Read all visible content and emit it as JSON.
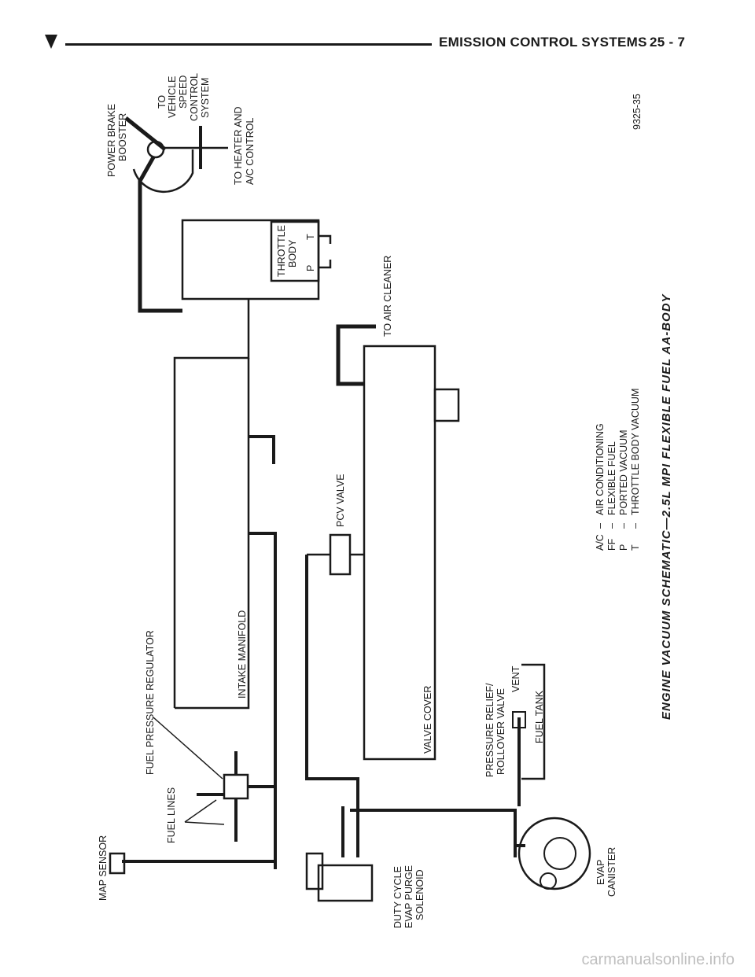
{
  "header": {
    "section_title": "EMISSION CONTROL SYSTEMS",
    "page_number": "25 - 7"
  },
  "diagram": {
    "caption": "ENGINE VACUUM SCHEMATIC—2.5L MPI FLEXIBLE FUEL AA-BODY",
    "figure_id": "9325-35",
    "labels": {
      "map_sensor": "MAP SENSOR",
      "fuel_lines": "FUEL LINES",
      "fuel_pressure_regulator": "FUEL PRESSURE REGULATOR",
      "intake_manifold": "INTAKE MANIFOLD",
      "power_brake_booster_1": "POWER BRAKE",
      "power_brake_booster_2": "BOOSTER",
      "speed_control_1": "TO",
      "speed_control_2": "VEHICLE",
      "speed_control_3": "SPEED",
      "speed_control_4": "CONTROL",
      "speed_control_5": "SYSTEM",
      "heater_ac_1": "TO HEATER AND",
      "heater_ac_2": "A/C CONTROL",
      "throttle_body_1": "THROTTLE",
      "throttle_body_2": "BODY",
      "port_p": "P",
      "port_t": "T",
      "to_air_cleaner": "TO AIR CLEANER",
      "pcv_valve": "PCV VALVE",
      "valve_cover": "VALVE COVER",
      "duty_cycle_1": "DUTY CYCLE",
      "duty_cycle_2": "EVAP PURGE",
      "duty_cycle_3": "SOLENOID",
      "pressure_relief_1": "PRESSURE RELIEF/",
      "pressure_relief_2": "ROLLOVER VALVE",
      "vent": "VENT",
      "fuel_tank": "FUEL TANK",
      "evap_canister_1": "EVAP",
      "evap_canister_2": "CANISTER"
    },
    "legend": [
      {
        "abbr": "A/C",
        "dash": "–",
        "meaning": "AIR CONDITIONING"
      },
      {
        "abbr": "FF",
        "dash": "–",
        "meaning": "FLEXIBLE FUEL"
      },
      {
        "abbr": "P",
        "dash": "–",
        "meaning": "PORTED VACUUM"
      },
      {
        "abbr": "T",
        "dash": "–",
        "meaning": "THROTTLE BODY VACUUM"
      }
    ]
  },
  "watermark": "carmanualsonline.info"
}
